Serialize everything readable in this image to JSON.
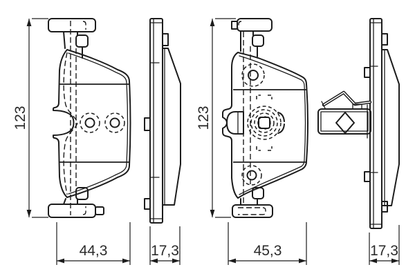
{
  "colors": {
    "background": "#ffffff",
    "line": "#1c1c1c",
    "text": "#2b2b2b"
  },
  "views": {
    "pad1_front": {
      "height_label": "123",
      "width_label": "44,3"
    },
    "pad1_side": {
      "width_label": "17,3"
    },
    "pad2_front": {
      "height_label": "123",
      "width_label": "45,3"
    },
    "pad2_side": {
      "width_label": "17,3"
    }
  }
}
